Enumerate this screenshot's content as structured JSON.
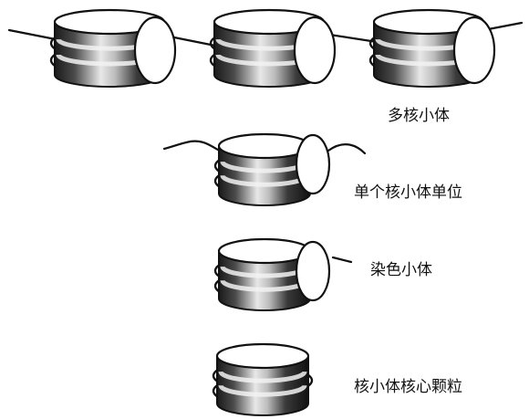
{
  "labels": {
    "polynucleosome": "多核小体",
    "single_unit": "单个核小体单位",
    "chromatosome": "染色小体",
    "core_particle": "核小体核心颗粒"
  },
  "palette": {
    "ink": "#111111",
    "body_dark": "#1a1a1a",
    "body_mid": "#8a8a8a",
    "highlight": "#f2f2f2",
    "paper": "#ffffff"
  },
  "levels": [
    {
      "name": "polynucleosome",
      "units": 3,
      "histone_h1": true,
      "linker_dna": "straight"
    },
    {
      "name": "single-unit",
      "units": 1,
      "histone_h1": true,
      "linker_dna": "wavy"
    },
    {
      "name": "chromatosome",
      "units": 1,
      "histone_h1": true,
      "linker_dna": "short-tail"
    },
    {
      "name": "core-particle",
      "units": 1,
      "histone_h1": false,
      "linker_dna": "none"
    }
  ]
}
